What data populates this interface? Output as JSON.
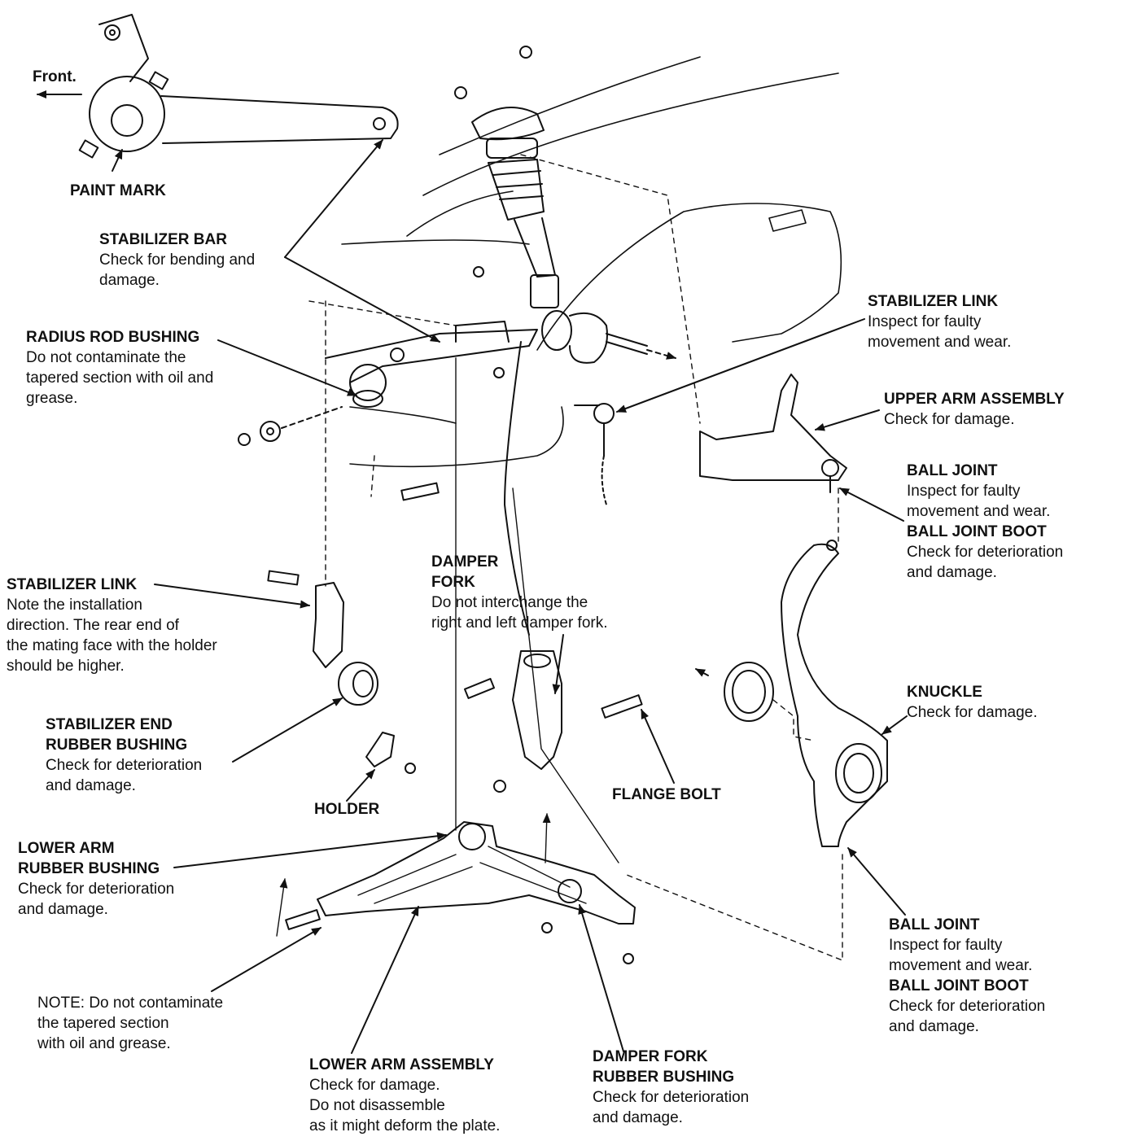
{
  "direction": {
    "front": "Front.",
    "paint_mark": "PAINT MARK"
  },
  "labels": {
    "stabilizer_bar": {
      "title": "STABILIZER BAR",
      "lines": [
        "Check for bending and",
        "damage."
      ]
    },
    "radius_rod_bushing": {
      "title": "RADIUS ROD BUSHING",
      "lines": [
        "Do not contaminate the",
        "tapered section with oil and",
        "grease."
      ]
    },
    "stabilizer_link_upper": {
      "title": "STABILIZER LINK",
      "lines": [
        "Inspect for faulty",
        "movement and wear."
      ]
    },
    "upper_arm_assembly": {
      "title": "UPPER ARM ASSEMBLY",
      "lines": [
        "Check for damage."
      ]
    },
    "ball_joint_upper": {
      "title": "BALL JOINT",
      "lines": [
        "Inspect for faulty",
        "movement and wear."
      ]
    },
    "ball_joint_boot_upper": {
      "title": "BALL JOINT BOOT",
      "lines": [
        "Check for deterioration",
        "and damage."
      ]
    },
    "stabilizer_link_lower": {
      "title": "STABILIZER LINK",
      "lines": [
        "Note the installation",
        "direction. The rear end of",
        "the mating face with the holder",
        "should be higher."
      ]
    },
    "damper_fork": {
      "title_lines": [
        "DAMPER",
        "FORK"
      ],
      "lines": [
        "Do not interchange the",
        "right and left damper fork."
      ]
    },
    "knuckle": {
      "title": "KNUCKLE",
      "lines": [
        "Check for damage."
      ]
    },
    "stabilizer_end_bushing": {
      "title_lines": [
        "STABILIZER END",
        "RUBBER BUSHING"
      ],
      "lines": [
        "Check for deterioration",
        "and damage."
      ]
    },
    "holder": {
      "title": "HOLDER"
    },
    "flange_bolt": {
      "title": "FLANGE BOLT"
    },
    "lower_arm_bushing": {
      "title_lines": [
        "LOWER ARM",
        "RUBBER BUSHING"
      ],
      "lines": [
        "Check for deterioration",
        "and damage."
      ]
    },
    "note": {
      "lines": [
        "NOTE:  Do not contaminate",
        "the tapered section",
        "with oil and grease."
      ]
    },
    "lower_arm_assembly": {
      "title": "LOWER ARM ASSEMBLY",
      "lines": [
        "Check for damage.",
        "Do not disassemble",
        "as it might deform the plate."
      ]
    },
    "damper_fork_bushing": {
      "title_lines": [
        "DAMPER FORK",
        "RUBBER BUSHING"
      ],
      "lines": [
        "Check for deterioration",
        "and damage."
      ]
    },
    "ball_joint_lower": {
      "title": "BALL JOINT",
      "lines": [
        "Inspect for faulty",
        "movement and wear."
      ]
    },
    "ball_joint_boot_lower": {
      "title": "BALL JOINT BOOT",
      "lines": [
        "Check for deterioration",
        "and damage."
      ]
    }
  }
}
